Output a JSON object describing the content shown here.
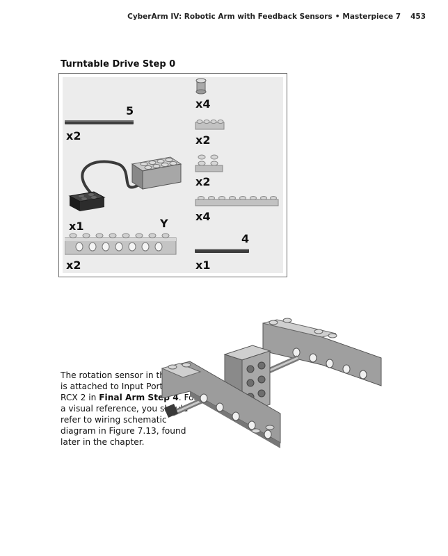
{
  "header": {
    "book_title": "CyberArm IV: Robotic Arm with Feedback Sensors",
    "bullet": "•",
    "chapter": "Masterpiece 7",
    "page_number": "453"
  },
  "step_title": "Turntable Drive Step 0",
  "parts": {
    "axle_5": {
      "length_label": "5",
      "qty": "x2"
    },
    "rcx_wire": {
      "qty": "x1"
    },
    "beam_y": {
      "label": "Y",
      "qty": "x2"
    },
    "bushing": {
      "qty": "x4"
    },
    "plate_1x4": {
      "qty": "x2"
    },
    "plate_2x2": {
      "qty": "x2"
    },
    "plate_1x8": {
      "qty": "x4"
    },
    "axle_4": {
      "length_label": "4",
      "qty": "x1"
    }
  },
  "caption": {
    "part1": "The rotation sensor in this step is attached to Input Port 3 on RCX 2 in ",
    "bold": "Final Arm Step 4",
    "part2": ". For a visual reference, you should refer to wiring schematic diagram in Figure 7.13, found later in the chapter."
  }
}
